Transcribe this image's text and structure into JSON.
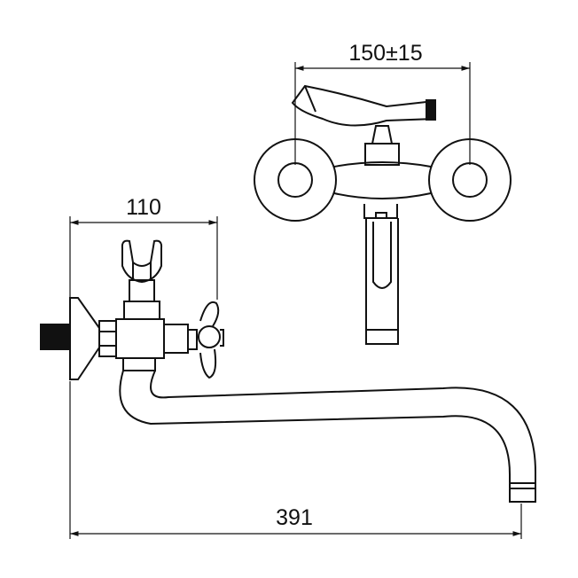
{
  "dimensions": {
    "center_spacing": "150±15",
    "side_depth": "110",
    "spout_reach": "391"
  },
  "colors": {
    "line": "#111111",
    "background": "#ffffff"
  }
}
